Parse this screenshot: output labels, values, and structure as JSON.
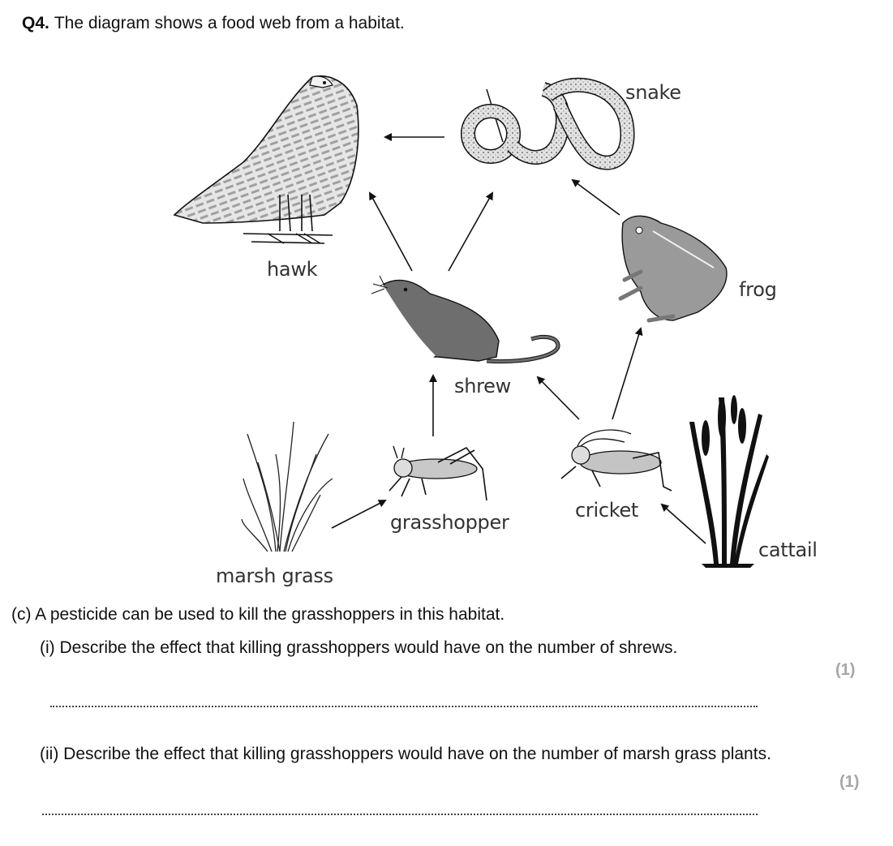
{
  "question": {
    "number": "Q4.",
    "intro": "The diagram shows a food web from a habitat."
  },
  "diagram": {
    "organisms": {
      "hawk": "hawk",
      "snake": "snake",
      "frog": "frog",
      "shrew": "shrew",
      "grasshopper": "grasshopper",
      "cricket": "cricket",
      "marsh_grass": "marsh grass",
      "cattail": "cattail"
    },
    "arrows": [
      {
        "from": "snake",
        "to": "hawk"
      },
      {
        "from": "shrew",
        "to": "hawk"
      },
      {
        "from": "shrew",
        "to": "snake"
      },
      {
        "from": "frog",
        "to": "snake"
      },
      {
        "from": "grasshopper",
        "to": "shrew"
      },
      {
        "from": "cricket",
        "to": "shrew"
      },
      {
        "from": "cricket",
        "to": "frog"
      },
      {
        "from": "marsh grass",
        "to": "grasshopper"
      },
      {
        "from": "cattail",
        "to": "cricket"
      }
    ]
  },
  "part_c": {
    "stem": "(c)  A pesticide can be used to kill the grasshoppers in this habitat.",
    "items": [
      {
        "text": "(i)  Describe the effect that killing grasshoppers would have on the number of shrews.",
        "marks": "(1)"
      },
      {
        "text": "(ii)  Describe the effect that killing grasshoppers would have on the number of marsh grass plants.",
        "marks": "(1)"
      }
    ]
  }
}
